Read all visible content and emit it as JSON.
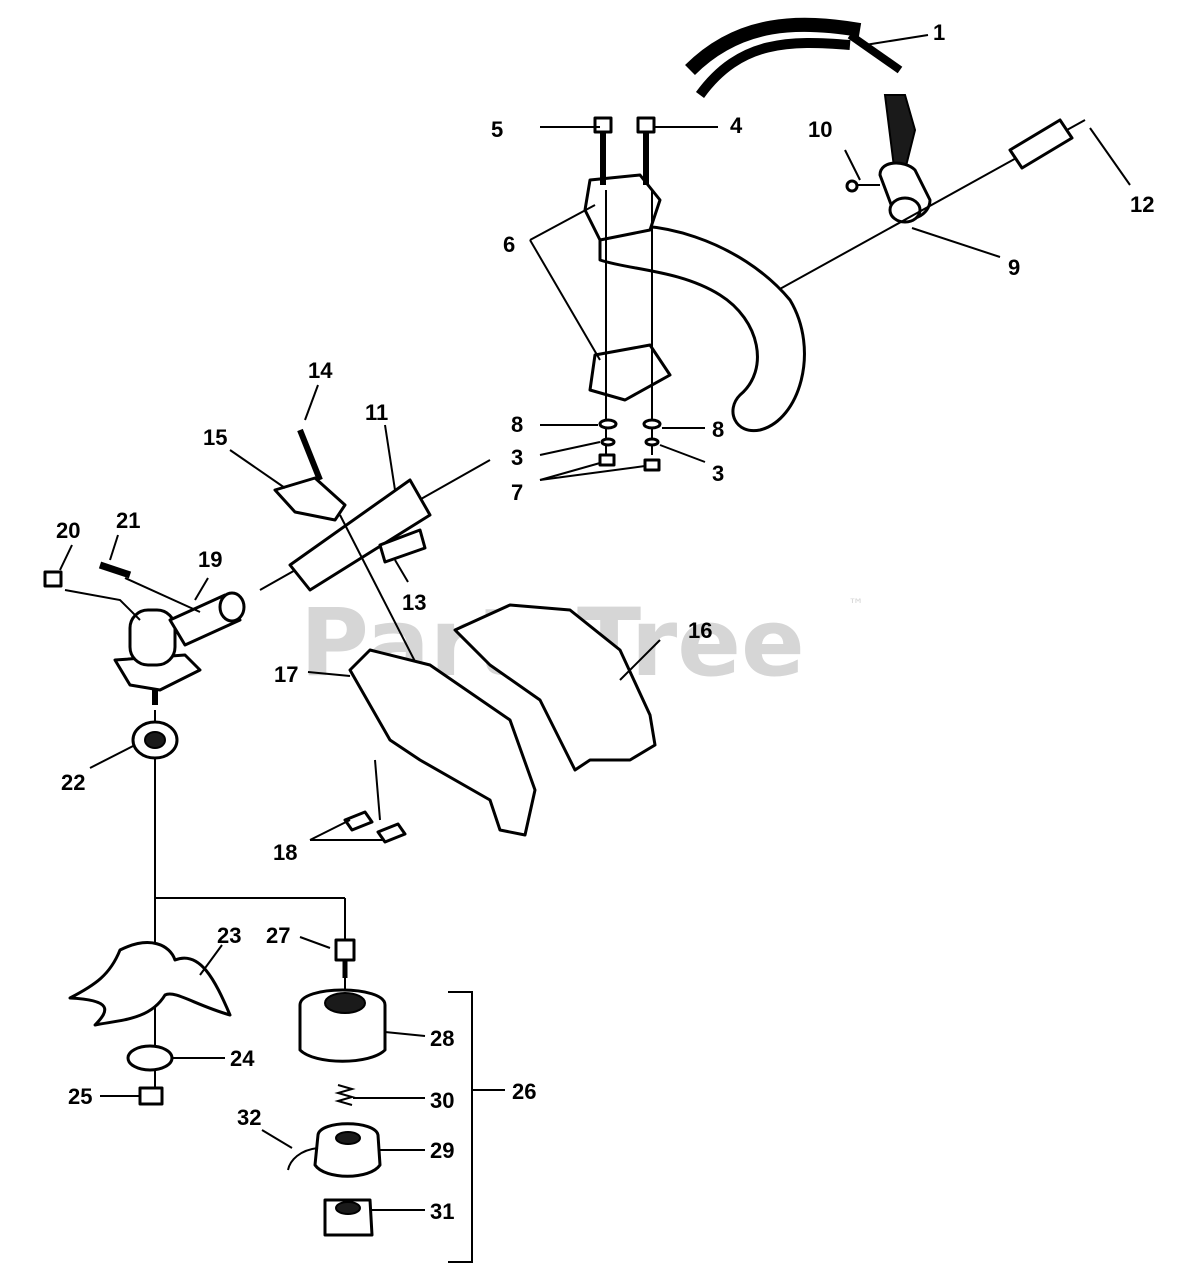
{
  "watermark": {
    "text": "PartsTree",
    "trademark": "™"
  },
  "callouts": {
    "c1": "1",
    "c3a": "3",
    "c3b": "3",
    "c4": "4",
    "c5": "5",
    "c6": "6",
    "c7": "7",
    "c8a": "8",
    "c8b": "8",
    "c9": "9",
    "c10": "10",
    "c11": "11",
    "c12": "12",
    "c13": "13",
    "c14": "14",
    "c15": "15",
    "c16": "16",
    "c17": "17",
    "c18": "18",
    "c19": "19",
    "c20": "20",
    "c21": "21",
    "c22": "22",
    "c23": "23",
    "c24": "24",
    "c25": "25",
    "c26": "26",
    "c27": "27",
    "c28": "28",
    "c29": "29",
    "c30": "30",
    "c31": "31",
    "c32": "32"
  }
}
